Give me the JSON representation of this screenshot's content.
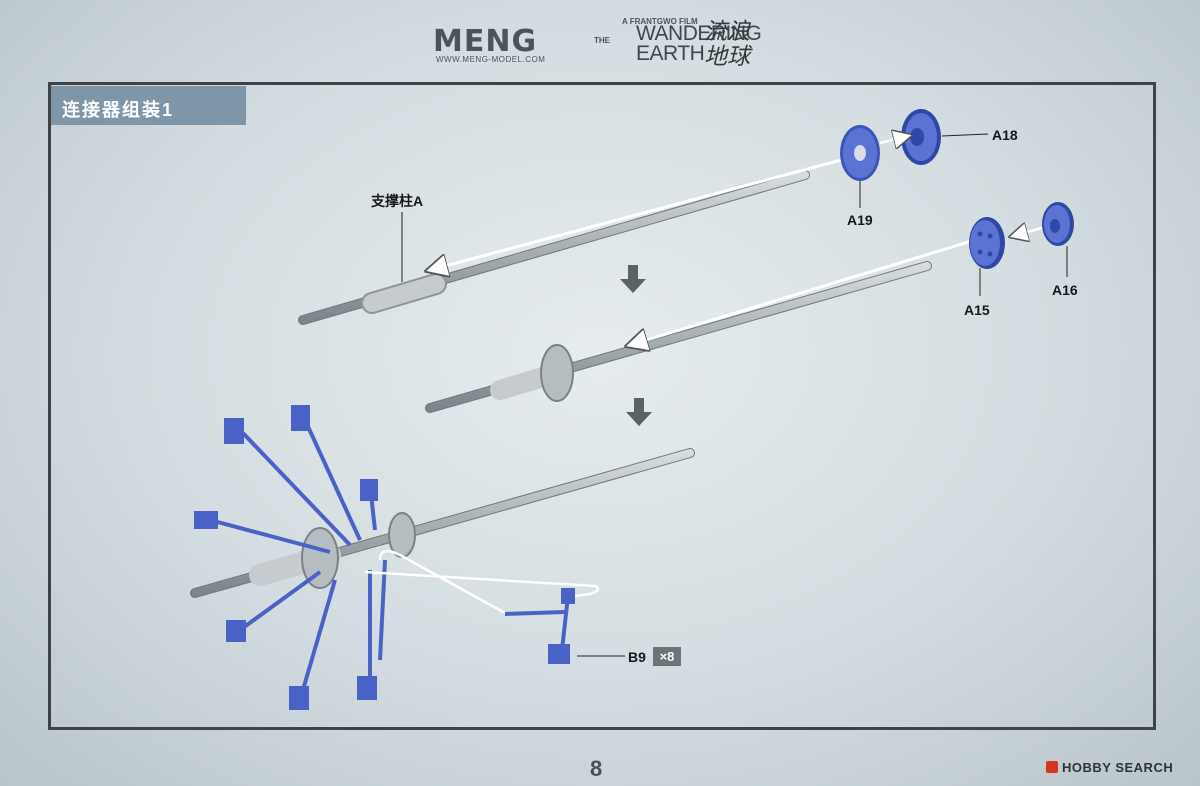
{
  "header": {
    "brand": "MENG",
    "brand_url": "WWW.MENG-MODEL.COM",
    "film_credit": "A FRANTGWO FILM",
    "film_the": "THE",
    "film_title_line1": "WANDERING",
    "film_title_line2": "EARTH",
    "film_title_cn": "流浪地球"
  },
  "step": {
    "title": "连接器组装1"
  },
  "labels": {
    "pillar": "支撑柱A",
    "a18": "A18",
    "a19": "A19",
    "a15": "A15",
    "a16": "A16",
    "b9": "B9",
    "b9_qty": "×8"
  },
  "colors": {
    "part_blue": "#4a62c6",
    "metal_grey": "#a9b0b4",
    "frame": "#3d4347",
    "banner": "#7e96a7"
  },
  "footer": {
    "page_number": "8",
    "watermark": "HOBBY SEARCH"
  }
}
